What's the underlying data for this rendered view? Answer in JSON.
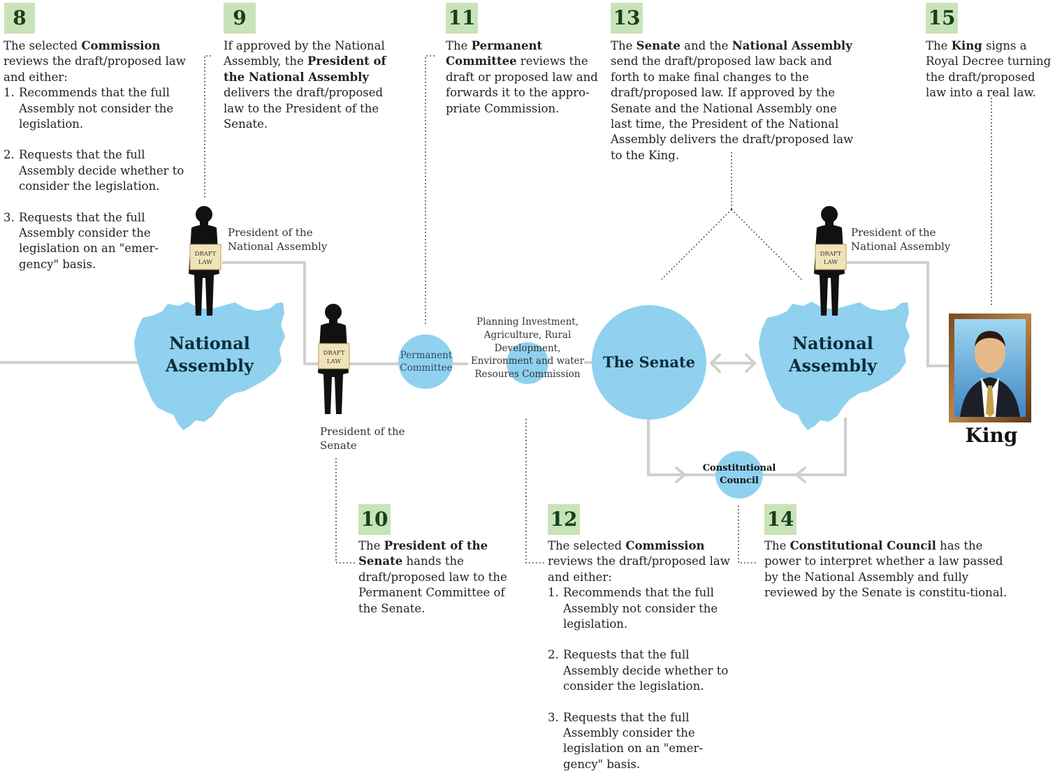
{
  "colors": {
    "badge_bg": "#c9e3b8",
    "badge_text": "#173f1d",
    "bubble_fill": "#8fd1ef",
    "flow_line": "#cfcfcf",
    "silhouette": "#111111",
    "sign_fill": "#f1e3b8",
    "dotted": "#333333"
  },
  "steps": [
    {
      "number": "8",
      "intro_pre": "The selected ",
      "intro_bold": "Commission",
      "intro_post": " reviews the draft/proposed law and either:",
      "items": [
        {
          "num": "1.",
          "text": "Recommends that the full Assembly not consider the legislation."
        },
        {
          "num": "2.",
          "text": "Requests that the full Assembly decide whether to consider the legislation."
        },
        {
          "num": "3.",
          "text": "Requests that the full Assembly consider the legislation on an \"emer-gency\" basis."
        }
      ]
    },
    {
      "number": "9",
      "pre": "If approved by the National Assembly, the ",
      "bold": "President of the National Assembly",
      "post": " delivers the draft/proposed law to the President of the Senate."
    },
    {
      "number": "10",
      "pre": "The ",
      "bold": "President of the Senate",
      "post": " hands the draft/proposed law to the Permanent Committee of the Senate."
    },
    {
      "number": "11",
      "pre": "The ",
      "bold": "Permanent Committee",
      "post": " reviews the draft or proposed law and forwards it to the appro-priate Commission."
    },
    {
      "number": "12",
      "intro_pre": "The selected ",
      "intro_bold": "Commission",
      "intro_post": " reviews the draft/proposed law and either:",
      "items": [
        {
          "num": "1.",
          "text": "Recommends that the full Assembly not consider the legislation."
        },
        {
          "num": "2.",
          "text": "Requests that the full Assembly decide whether to consider the legislation."
        },
        {
          "num": "3.",
          "text": "Requests that the full Assembly consider the legislation on an \"emer-gency\" basis."
        }
      ]
    },
    {
      "number": "13",
      "pre": "The ",
      "bold": "Senate",
      "mid": " and the ",
      "bold2": "National Assembly",
      "post": " send the draft/proposed law back and forth to make final changes to the draft/proposed law.  If approved by the Senate and the National Assembly one last time, the President of the National Assembly delivers the draft/proposed law to the King."
    },
    {
      "number": "14",
      "pre": "The ",
      "bold": "Constitutional Council",
      "post": " has the power  to interpret whether a law passed by the National Assembly and fully reviewed by the Senate is constitu-tional."
    },
    {
      "number": "15",
      "pre": "The ",
      "bold": "King",
      "post": " signs a Royal Decree turning the draft/proposed law into a real law."
    }
  ],
  "diagram": {
    "national_assembly_left": "National Assembly",
    "national_assembly_right": "National Assembly",
    "president_na_left": "President of the National Assembly",
    "president_na_right": "President of the National Assembly",
    "president_senate": "President of the Senate",
    "draft_law_sign_line1": "DRAFT",
    "draft_law_sign_line2": "LAW",
    "permanent_committee": "Permanent Committee",
    "commission_label": "Planning Investment, Agriculture, Rural Development, Environment and water Resoures Commission",
    "senate": "The Senate",
    "constitutional_council": "Constitutional Council",
    "king": "King",
    "king_icon": "king-portrait-icon"
  }
}
